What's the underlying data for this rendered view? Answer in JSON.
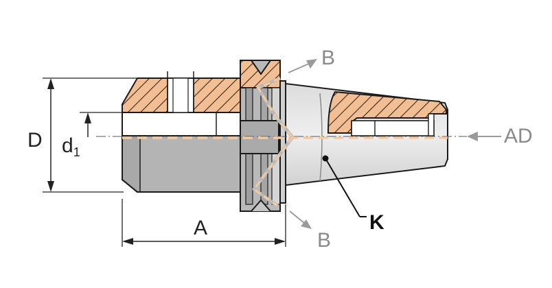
{
  "diagram": {
    "labels": {
      "D": "D",
      "d1_main": "d",
      "d1_sub": "1",
      "A": "A",
      "B_top": "B",
      "B_bottom": "B",
      "AD": "AD",
      "K": "K"
    },
    "colors": {
      "hatch_fill": "#f2bf95",
      "hatch_line": "#3a2418",
      "body_dark": "#a9a9a9",
      "body_mid": "#c8c8c8",
      "body_light": "#e4e4e4",
      "outline": "#1a1a1a",
      "axis_dash": "#f3c9a1",
      "arrow_grey": "#9a9a9a",
      "dim_line": "#222222"
    }
  }
}
